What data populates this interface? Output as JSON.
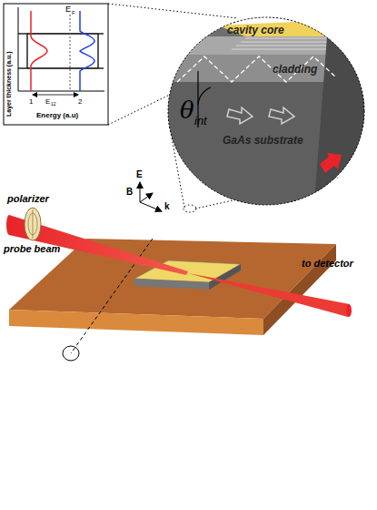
{
  "diagram": {
    "labels": [
      "Layer thickness (a.u.)",
      "Energy (a.u)",
      "E",
      "F",
      "1",
      "E",
      "12",
      "2",
      "cavity core",
      "cladding",
      "θ",
      "int",
      "GaAs substrate",
      "E",
      "B",
      "k",
      "polarizer",
      "probe beam",
      "to detector"
    ]
  }
}
